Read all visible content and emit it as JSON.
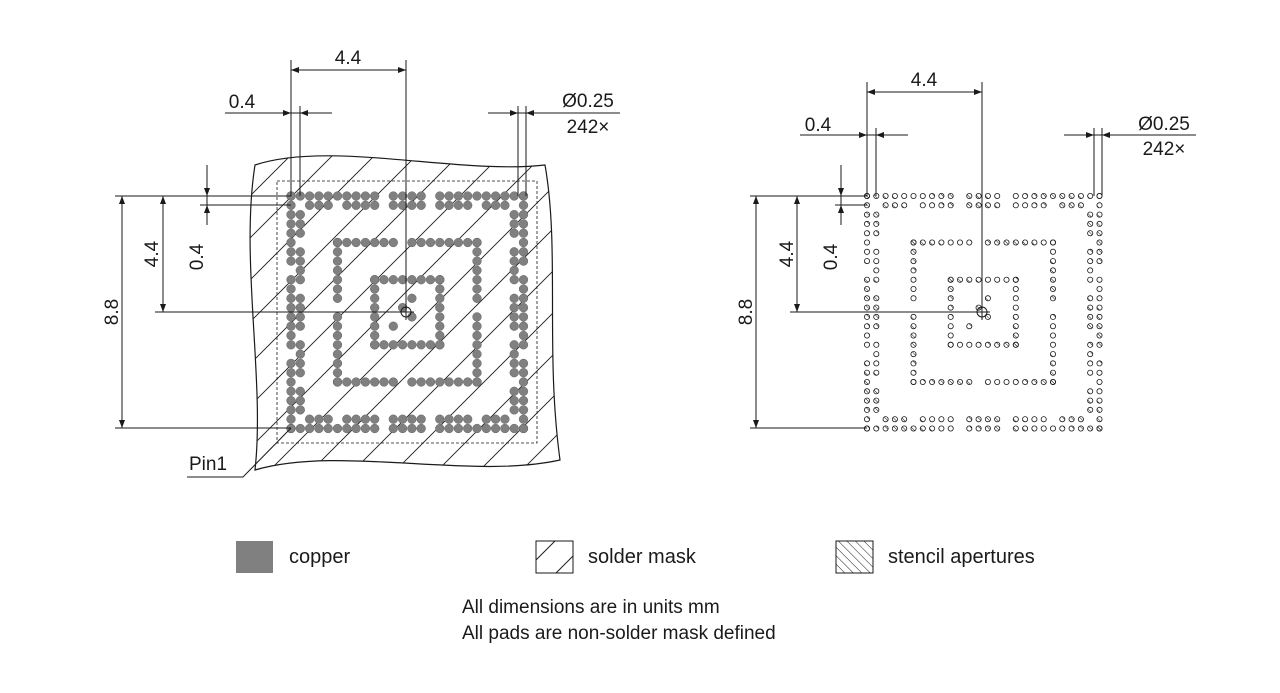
{
  "dimensions": {
    "pitch": "0.4",
    "offset_to_center": "4.4",
    "pad_diameter": "Ø0.25",
    "pad_count": "242×",
    "row_pitch": "0.4",
    "center_offset_vertical": "4.4",
    "overall_size": "8.8"
  },
  "callouts": {
    "pin1": "Pin1"
  },
  "legend": [
    {
      "label": "copper",
      "swatch": "copper"
    },
    {
      "label": "solder mask",
      "swatch": "solder-mask"
    },
    {
      "label": "stencil apertures",
      "swatch": "stencil"
    }
  ],
  "notes": {
    "line1": "All dimensions are in units mm",
    "line2": "All pads are non-solder mask defined"
  },
  "colors": {
    "copper": "#808080",
    "line": "#1a1a1a",
    "background": "#ffffff"
  }
}
